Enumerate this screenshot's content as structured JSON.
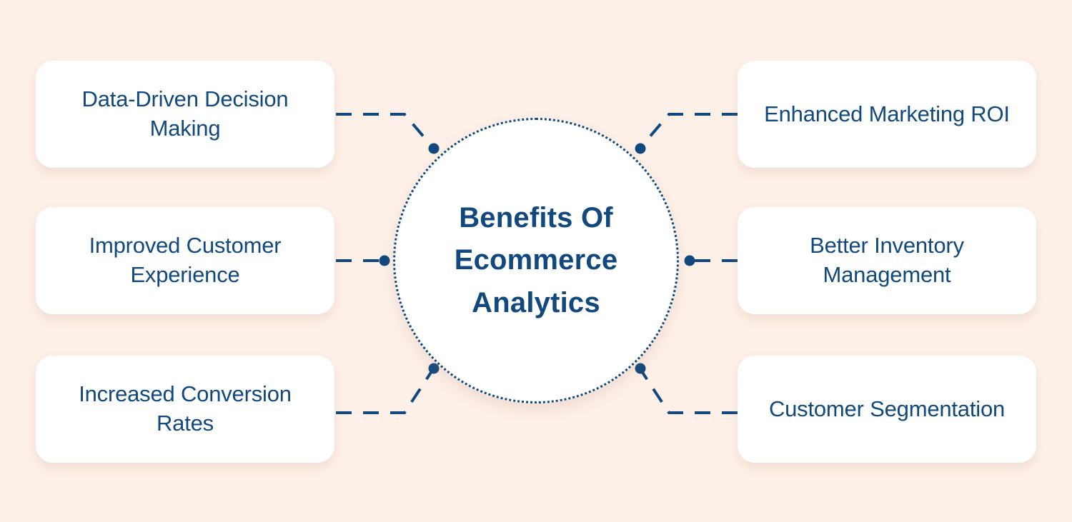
{
  "theme": {
    "background_color": "#fdf0e8",
    "card_background": "#ffffff",
    "accent_color": "#11487d",
    "connector_color": "#11487d"
  },
  "hub": {
    "title": "Benefits Of Ecommerce Analytics",
    "shape": "circle",
    "border_style": "dotted"
  },
  "diagram_data": {
    "type": "hub-and-spoke",
    "center_label": "Benefits Of Ecommerce Analytics",
    "node_count": 6,
    "nodes": [
      {
        "id": "data-driven-decision-making",
        "label": "Data-Driven Decision Making",
        "side": "left",
        "row": 1
      },
      {
        "id": "improved-customer-experience",
        "label": "Improved Customer Experience",
        "side": "left",
        "row": 2
      },
      {
        "id": "increased-conversion-rates",
        "label": "Increased Conversion Rates",
        "side": "left",
        "row": 3
      },
      {
        "id": "enhanced-marketing-roi",
        "label": "Enhanced Marketing ROI",
        "side": "right",
        "row": 1
      },
      {
        "id": "better-inventory-management",
        "label": "Better Inventory Management",
        "side": "right",
        "row": 2
      },
      {
        "id": "customer-segmentation",
        "label": "Customer Segmentation",
        "side": "right",
        "row": 3
      }
    ],
    "connector_style": "dashed",
    "connector_endpoint_marker": "dot"
  },
  "cards": {
    "left": [
      {
        "label": "Data-Driven Decision Making"
      },
      {
        "label": "Improved Customer Experience"
      },
      {
        "label": "Increased Conversion Rates"
      }
    ],
    "right": [
      {
        "label": "Enhanced Marketing ROI"
      },
      {
        "label": "Better Inventory Management"
      },
      {
        "label": "Customer Segmentation"
      }
    ]
  }
}
